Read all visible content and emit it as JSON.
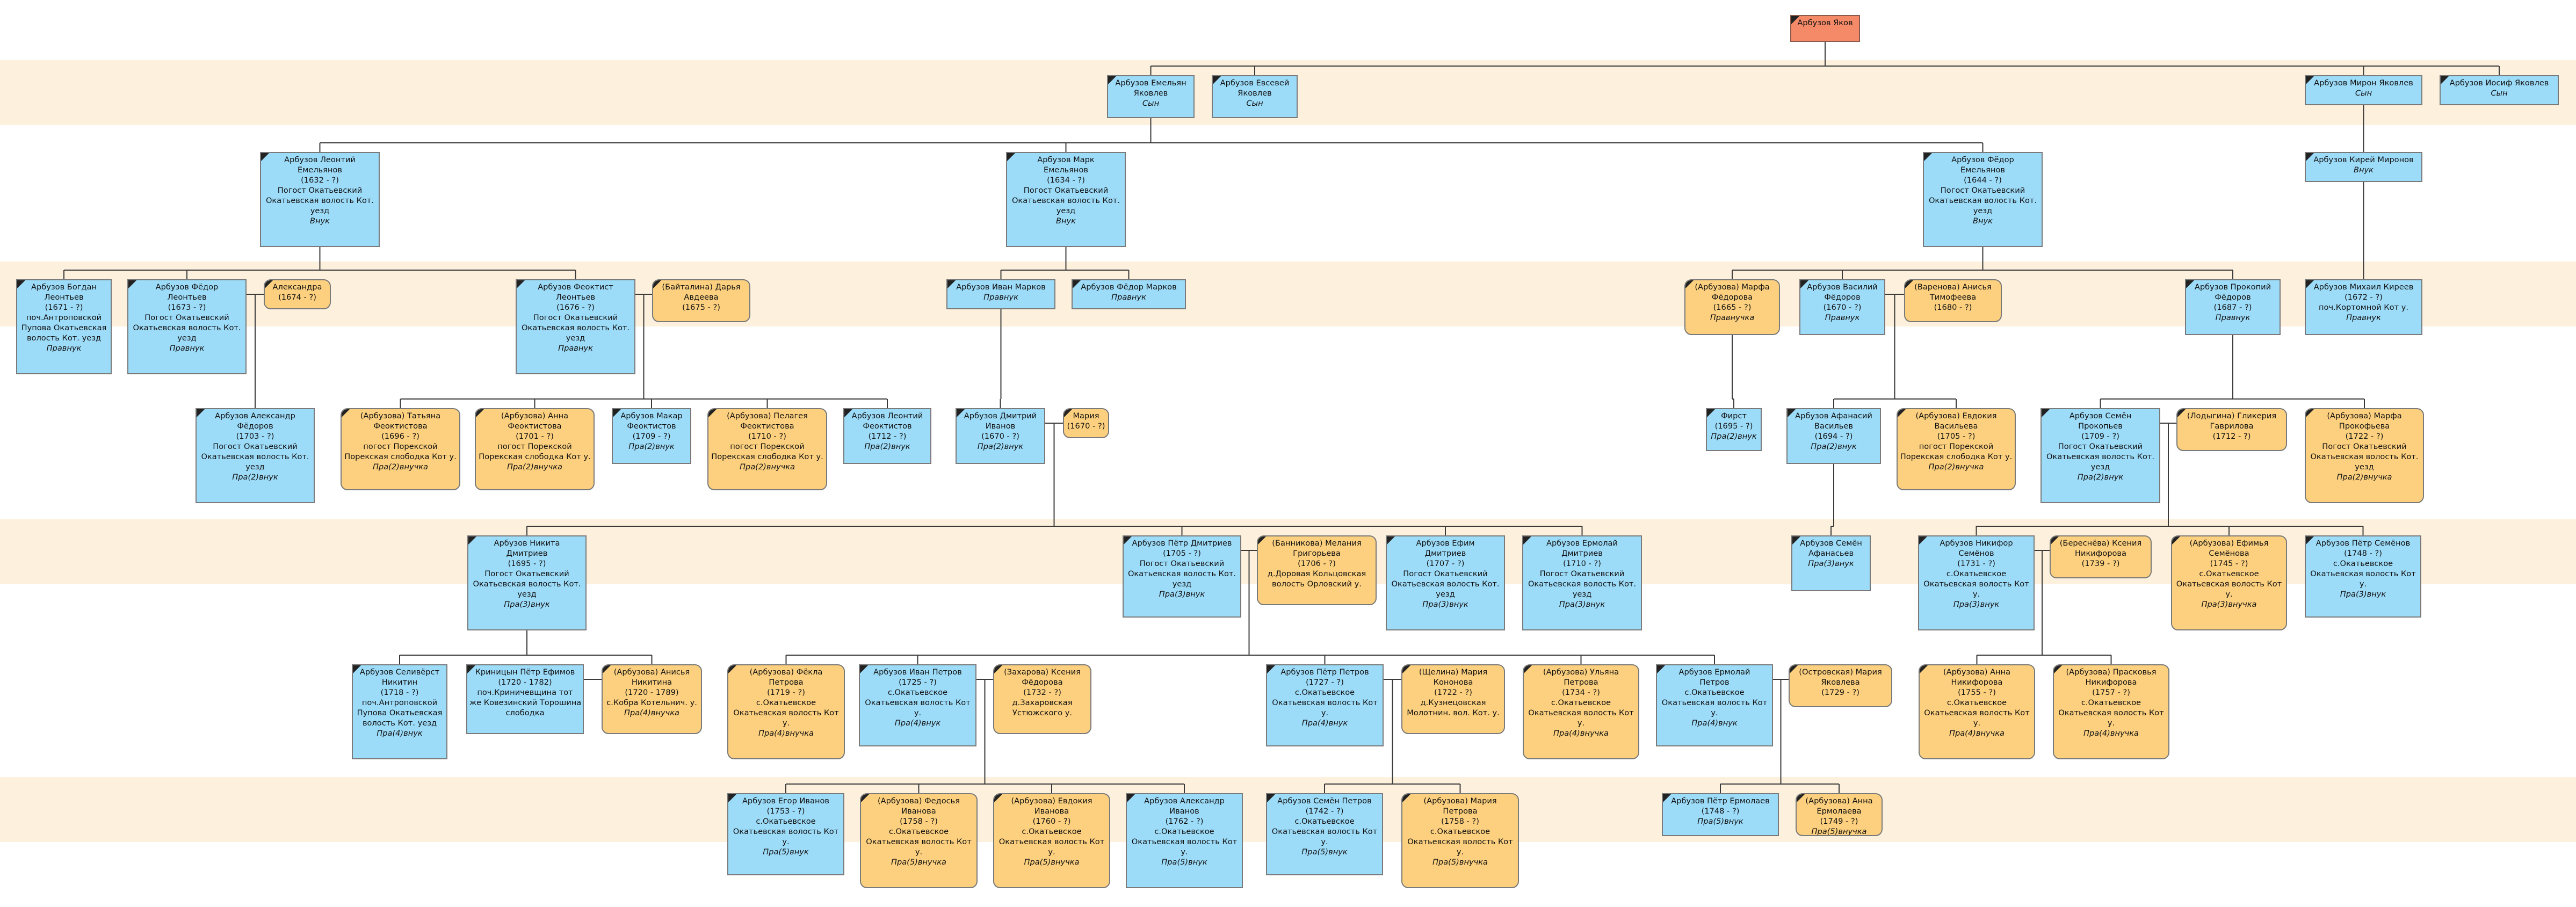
{
  "people": [
    {
      "id": "p0",
      "sex": "root",
      "lines": [
        "Арбузов Яков"
      ],
      "rel": ""
    },
    {
      "id": "p1",
      "sex": "m",
      "lines": [
        "Арбузов Емельян",
        "Яковлев"
      ],
      "rel": "Сын"
    },
    {
      "id": "p2",
      "sex": "m",
      "lines": [
        "Арбузов Евсевей",
        "Яковлев"
      ],
      "rel": "Сын"
    },
    {
      "id": "p3",
      "sex": "m",
      "lines": [
        "Арбузов Мирон Яковлев"
      ],
      "rel": "Сын"
    },
    {
      "id": "p4",
      "sex": "m",
      "lines": [
        "Арбузов Иосиф Яковлев"
      ],
      "rel": "Сын"
    },
    {
      "id": "p5",
      "sex": "m",
      "lines": [
        "Арбузов Леонтий",
        "Емельянов",
        "(1632 - ?)",
        "Погост Окатьевский",
        "Окатьевская волость Кот.",
        "уезд"
      ],
      "rel": "Внук"
    },
    {
      "id": "p6",
      "sex": "m",
      "lines": [
        "Арбузов Марк",
        "Емельянов",
        "(1634 - ?)",
        "Погост Окатьевский",
        "Окатьевская волость Кот.",
        "уезд"
      ],
      "rel": "Внук"
    },
    {
      "id": "p7",
      "sex": "m",
      "lines": [
        "Арбузов Фёдор",
        "Емельянов",
        "(1644 - ?)",
        "Погост Окатьевский",
        "Окатьевская волость Кот.",
        "уезд"
      ],
      "rel": "Внук"
    },
    {
      "id": "p8",
      "sex": "m",
      "lines": [
        "Арбузов Кирей Миронов"
      ],
      "rel": "Внук"
    },
    {
      "id": "p9",
      "sex": "m",
      "lines": [
        "Арбузов Богдан",
        "Леонтьев",
        "(1671 - ?)",
        "поч.Антроповской",
        "Пупова Окатьевская",
        "волость Кот. уезд"
      ],
      "rel": "Правнук"
    },
    {
      "id": "p10",
      "sex": "m",
      "lines": [
        "Арбузов Фёдор",
        "Леонтьев",
        "(1673 - ?)",
        "Погост Окатьевский",
        "Окатьевская волость Кот.",
        "уезд"
      ],
      "rel": "Правнук"
    },
    {
      "id": "p11",
      "sex": "f",
      "lines": [
        "Александра",
        "(1674 - ?)"
      ],
      "rel": ""
    },
    {
      "id": "p12",
      "sex": "m",
      "lines": [
        "Арбузов Феоктист",
        "Леонтьев",
        "(1676 - ?)",
        "Погост Окатьевский",
        "Окатьевская волость Кот.",
        "уезд"
      ],
      "rel": "Правнук"
    },
    {
      "id": "p13",
      "sex": "f",
      "lines": [
        "(Байталина) Дарья",
        "Авдеева",
        "(1675 - ?)"
      ],
      "rel": ""
    },
    {
      "id": "p14",
      "sex": "m",
      "lines": [
        "Арбузов Иван Марков"
      ],
      "rel": "Правнук"
    },
    {
      "id": "p15",
      "sex": "m",
      "lines": [
        "Арбузов Фёдор Марков"
      ],
      "rel": "Правнук"
    },
    {
      "id": "p16",
      "sex": "f",
      "lines": [
        "(Арбузова) Марфа",
        "Фёдорова",
        "(1665 - ?)"
      ],
      "rel": "Правнучка"
    },
    {
      "id": "p17",
      "sex": "m",
      "lines": [
        "Арбузов Василий",
        "Фёдоров",
        "(1670 - ?)"
      ],
      "rel": "Правнук"
    },
    {
      "id": "p18",
      "sex": "f",
      "lines": [
        "(Варенова) Анисья",
        "Тимофеева",
        "(1680 - ?)"
      ],
      "rel": ""
    },
    {
      "id": "p19",
      "sex": "m",
      "lines": [
        "Арбузов Прокопий",
        "Фёдоров",
        "(1687 - ?)"
      ],
      "rel": "Правнук"
    },
    {
      "id": "p20",
      "sex": "m",
      "lines": [
        "Арбузов Михаил Киреев",
        "(1672 - ?)",
        "поч.Кортомной Кот у."
      ],
      "rel": "Правнук"
    },
    {
      "id": "p21",
      "sex": "m",
      "lines": [
        "Арбузов Александр",
        "Фёдоров",
        "(1703 - ?)",
        "Погост Окатьевский",
        "Окатьевская волость Кот.",
        "уезд"
      ],
      "rel": "Пра(2)внук"
    },
    {
      "id": "p22",
      "sex": "f",
      "lines": [
        "(Арбузова) Татьяна",
        "Феоктистова",
        "(1696 - ?)",
        "погост Порекской",
        "Порекская слободка Кот у."
      ],
      "rel": "Пра(2)внучка"
    },
    {
      "id": "p23",
      "sex": "f",
      "lines": [
        "(Арбузова) Анна",
        "Феоктистова",
        "(1701 - ?)",
        "погост Порекской",
        "Порекская слободка Кот у."
      ],
      "rel": "Пра(2)внучка"
    },
    {
      "id": "p24",
      "sex": "m",
      "lines": [
        "Арбузов Макар",
        "Феоктистов",
        "(1709 - ?)"
      ],
      "rel": "Пра(2)внук"
    },
    {
      "id": "p25",
      "sex": "f",
      "lines": [
        "(Арбузова) Пелагея",
        "Феоктистова",
        "(1710 - ?)",
        "погост Порекской",
        "Порекская слободка Кот у."
      ],
      "rel": "Пра(2)внучка"
    },
    {
      "id": "p26",
      "sex": "m",
      "lines": [
        "Арбузов Леонтий",
        "Феоктистов",
        "(1712 - ?)"
      ],
      "rel": "Пра(2)внук"
    },
    {
      "id": "p27",
      "sex": "m",
      "lines": [
        "Арбузов Дмитрий",
        "Иванов",
        "(1670 - ?)"
      ],
      "rel": "Пра(2)внук"
    },
    {
      "id": "p28",
      "sex": "f",
      "lines": [
        "Мария",
        "(1670 - ?)"
      ],
      "rel": ""
    },
    {
      "id": "p29",
      "sex": "m",
      "lines": [
        "Фирст",
        "(1695 - ?)"
      ],
      "rel": "Пра(2)внук"
    },
    {
      "id": "p30",
      "sex": "m",
      "lines": [
        "Арбузов Афанасий",
        "Васильев",
        "(1694 - ?)"
      ],
      "rel": "Пра(2)внук"
    },
    {
      "id": "p31",
      "sex": "f",
      "lines": [
        "(Арбузова) Евдокия",
        "Васильева",
        "(1705 - ?)",
        "погост Порекской",
        "Порекская слободка Кот у."
      ],
      "rel": "Пра(2)внучка"
    },
    {
      "id": "p32",
      "sex": "m",
      "lines": [
        "Арбузов Семён",
        "Прокопьев",
        "(1709 - ?)",
        "Погост Окатьевский",
        "Окатьевская волость Кот.",
        "уезд"
      ],
      "rel": "Пра(2)внук"
    },
    {
      "id": "p33",
      "sex": "f",
      "lines": [
        "(Лодыгина) Гликерия",
        "Гаврилова",
        "(1712 - ?)"
      ],
      "rel": ""
    },
    {
      "id": "p34",
      "sex": "f",
      "lines": [
        "(Арбузова) Марфа",
        "Прокофьева",
        "(1722 - ?)",
        "Погост Окатьевский",
        "Окатьевская волость Кот.",
        "уезд"
      ],
      "rel": "Пра(2)внучка"
    },
    {
      "id": "p35",
      "sex": "m",
      "lines": [
        "Арбузов Никита",
        "Дмитриев",
        "(1695 - ?)",
        "Погост Окатьевский",
        "Окатьевская волость Кот.",
        "уезд"
      ],
      "rel": "Пра(3)внук"
    },
    {
      "id": "p36",
      "sex": "m",
      "lines": [
        "Арбузов Пётр Дмитриев",
        "(1705 - ?)",
        "Погост Окатьевский",
        "Окатьевская волость Кот.",
        "уезд"
      ],
      "rel": "Пра(3)внук"
    },
    {
      "id": "p37",
      "sex": "f",
      "lines": [
        "(Банникова) Мелания",
        "Григорьева",
        "(1706 - ?)",
        "д.Доровая Кольцовская",
        "волость Орловский у."
      ],
      "rel": ""
    },
    {
      "id": "p38",
      "sex": "m",
      "lines": [
        "Арбузов Ефим",
        "Дмитриев",
        "(1707 - ?)",
        "Погост Окатьевский",
        "Окатьевская волость Кот.",
        "уезд"
      ],
      "rel": "Пра(3)внук"
    },
    {
      "id": "p39",
      "sex": "m",
      "lines": [
        "Арбузов Ермолай",
        "Дмитриев",
        "(1710 - ?)",
        "Погост Окатьевский",
        "Окатьевская волость Кот.",
        "уезд"
      ],
      "rel": "Пра(3)внук"
    },
    {
      "id": "p40",
      "sex": "m",
      "lines": [
        "Арбузов Семён",
        "Афанасьев"
      ],
      "rel": "Пра(3)внук"
    },
    {
      "id": "p41",
      "sex": "m",
      "lines": [
        "Арбузов Никифор",
        "Семёнов",
        "(1731 - ?)",
        "с.Окатьевское",
        "Окатьевская волость Кот",
        "у."
      ],
      "rel": "Пра(3)внук"
    },
    {
      "id": "p42",
      "sex": "f",
      "lines": [
        "(Береснёва) Ксения",
        "Никифорова",
        "(1739 - ?)"
      ],
      "rel": ""
    },
    {
      "id": "p43",
      "sex": "f",
      "lines": [
        "(Арбузова) Ефимья",
        "Семёнова",
        "(1745 - ?)",
        "с.Окатьевское",
        "Окатьевская волость Кот",
        "у."
      ],
      "rel": "Пра(3)внучка"
    },
    {
      "id": "p44",
      "sex": "m",
      "lines": [
        "Арбузов Пётр Семёнов",
        "(1748 - ?)",
        "с.Окатьевское",
        "Окатьевская волость Кот",
        "у."
      ],
      "rel": "Пра(3)внук"
    },
    {
      "id": "p45",
      "sex": "m",
      "lines": [
        "Арбузов Селивёрст",
        "Никитин",
        "(1718 - ?)",
        "поч.Антроповской",
        "Пупова Окатьевская",
        "волость Кот. уезд"
      ],
      "rel": "Пра(4)внук"
    },
    {
      "id": "p46",
      "sex": "m",
      "lines": [
        "Криницын Пётр Ефимов",
        "(1720 - 1782)",
        "поч.Криничевщина тот",
        "же Ковезинский Торошина",
        "слободка"
      ],
      "rel": ""
    },
    {
      "id": "p47",
      "sex": "f",
      "lines": [
        "(Арбузова) Анисья",
        "Никитина",
        "(1720 - 1789)",
        "с.Кобра Котельнич. у."
      ],
      "rel": "Пра(4)внучка"
    },
    {
      "id": "p48",
      "sex": "f",
      "lines": [
        "(Арбузова) Фёкла",
        "Петрова",
        "(1719 - ?)",
        "с.Окатьевское",
        "Окатьевская волость Кот",
        "у."
      ],
      "rel": "Пра(4)внучка"
    },
    {
      "id": "p49",
      "sex": "m",
      "lines": [
        "Арбузов Иван Петров",
        "(1725 - ?)",
        "с.Окатьевское",
        "Окатьевская волость Кот",
        "у."
      ],
      "rel": "Пра(4)внук"
    },
    {
      "id": "p50",
      "sex": "f",
      "lines": [
        "(Захарова) Ксения",
        "Фёдорова",
        "(1732 - ?)",
        "д.Захаровская",
        "Устюжского у."
      ],
      "rel": ""
    },
    {
      "id": "p51",
      "sex": "m",
      "lines": [
        "Арбузов Пётр Петров",
        "(1727 - ?)",
        "с.Окатьевское",
        "Окатьевская волость Кот",
        "у."
      ],
      "rel": "Пра(4)внук"
    },
    {
      "id": "p52",
      "sex": "f",
      "lines": [
        "(Щелина) Мария",
        "Кононова",
        "(1722 - ?)",
        "д.Кузнецовская",
        "Молотнин. вол. Кот. у."
      ],
      "rel": ""
    },
    {
      "id": "p53",
      "sex": "f",
      "lines": [
        "(Арбузова) Ульяна",
        "Петрова",
        "(1734 - ?)",
        "с.Окатьевское",
        "Окатьевская волость Кот",
        "у."
      ],
      "rel": "Пра(4)внучка"
    },
    {
      "id": "p54",
      "sex": "m",
      "lines": [
        "Арбузов Ермолай",
        "Петров",
        "с.Окатьевское",
        "Окатьевская волость Кот",
        "у."
      ],
      "rel": "Пра(4)внук"
    },
    {
      "id": "p55",
      "sex": "f",
      "lines": [
        "(Островская) Мария",
        "Яковлева",
        "(1729 - ?)"
      ],
      "rel": ""
    },
    {
      "id": "p56",
      "sex": "f",
      "lines": [
        "(Арбузова) Анна",
        "Никифорова",
        "(1755 - ?)",
        "с.Окатьевское",
        "Окатьевская волость Кот",
        "у."
      ],
      "rel": "Пра(4)внучка"
    },
    {
      "id": "p57",
      "sex": "f",
      "lines": [
        "(Арбузова) Прасковья",
        "Никифорова",
        "(1757 - ?)",
        "с.Окатьевское",
        "Окатьевская волость Кот",
        "у."
      ],
      "rel": "Пра(4)внучка"
    },
    {
      "id": "p58",
      "sex": "m",
      "lines": [
        "Арбузов Егор Иванов",
        "(1753 - ?)",
        "с.Окатьевское",
        "Окатьевская волость Кот",
        "у."
      ],
      "rel": "Пра(5)внук"
    },
    {
      "id": "p59",
      "sex": "f",
      "lines": [
        "(Арбузова) Федосья",
        "Иванова",
        "(1758 - ?)",
        "с.Окатьевское",
        "Окатьевская волость Кот",
        "у."
      ],
      "rel": "Пра(5)внучка"
    },
    {
      "id": "p60",
      "sex": "f",
      "lines": [
        "(Арбузова) Евдокия",
        "Иванова",
        "(1760 - ?)",
        "с.Окатьевское",
        "Окатьевская волость Кот",
        "у."
      ],
      "rel": "Пра(5)внучка"
    },
    {
      "id": "p61",
      "sex": "m",
      "lines": [
        "Арбузов Александр",
        "Иванов",
        "(1762 - ?)",
        "с.Окатьевское",
        "Окатьевская волость Кот",
        "у."
      ],
      "rel": "Пра(5)внук"
    },
    {
      "id": "p62",
      "sex": "m",
      "lines": [
        "Арбузов Семён Петров",
        "(1742 - ?)",
        "с.Окатьевское",
        "Окатьевская волость Кот",
        "у."
      ],
      "rel": "Пра(5)внук"
    },
    {
      "id": "p63",
      "sex": "f",
      "lines": [
        "(Арбузова) Мария",
        "Петрова",
        "(1758 - ?)",
        "с.Окатьевское",
        "Окатьевская волость Кот",
        "у."
      ],
      "rel": "Пра(5)внучка"
    },
    {
      "id": "p64",
      "sex": "m",
      "lines": [
        "Арбузов Пётр Ермолаев",
        "(1748 - ?)"
      ],
      "rel": "Пра(5)внук"
    },
    {
      "id": "p65",
      "sex": "f",
      "lines": [
        "(Арбузова) Анна",
        "Ермолаева",
        "(1749 - ?)"
      ],
      "rel": "Пра(5)внучка"
    }
  ]
}
